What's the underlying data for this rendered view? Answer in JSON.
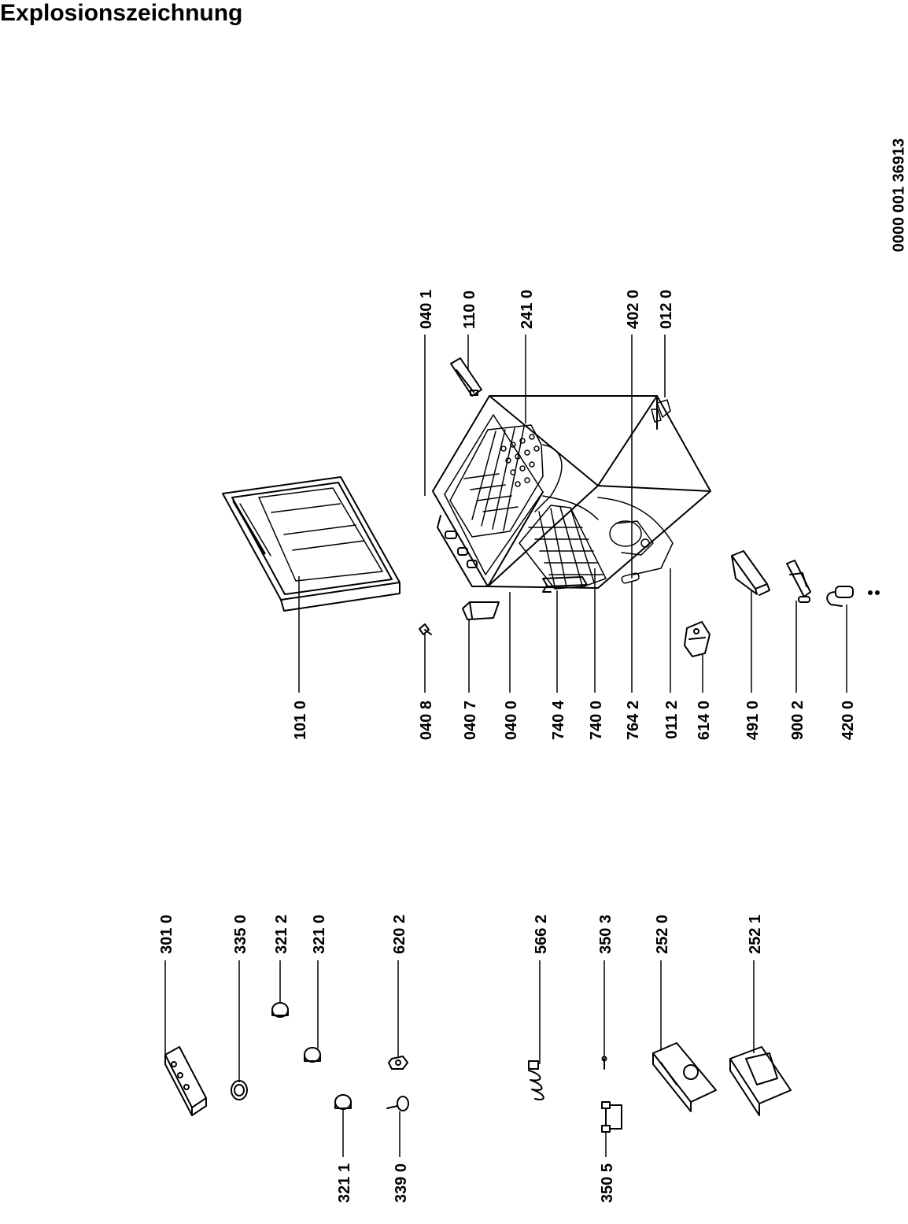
{
  "title": "Explosionszeichnung",
  "document_number": "0000 001 36913",
  "colors": {
    "ink": "#000000",
    "background": "#ffffff"
  },
  "part_labels": [
    "101 0",
    "040 8",
    "040 7",
    "040 0",
    "740 4",
    "740 0",
    "764 2",
    "011 2",
    "614 0",
    "491 0",
    "900 2",
    "420 0",
    "040 1",
    "110 0",
    "241 0",
    "402 0",
    "012 0",
    "301 0",
    "335 0",
    "321 2",
    "321 0",
    "620 2",
    "566 2",
    "350 3",
    "252 0",
    "252 1",
    "321 1",
    "339 0",
    "350 5"
  ]
}
